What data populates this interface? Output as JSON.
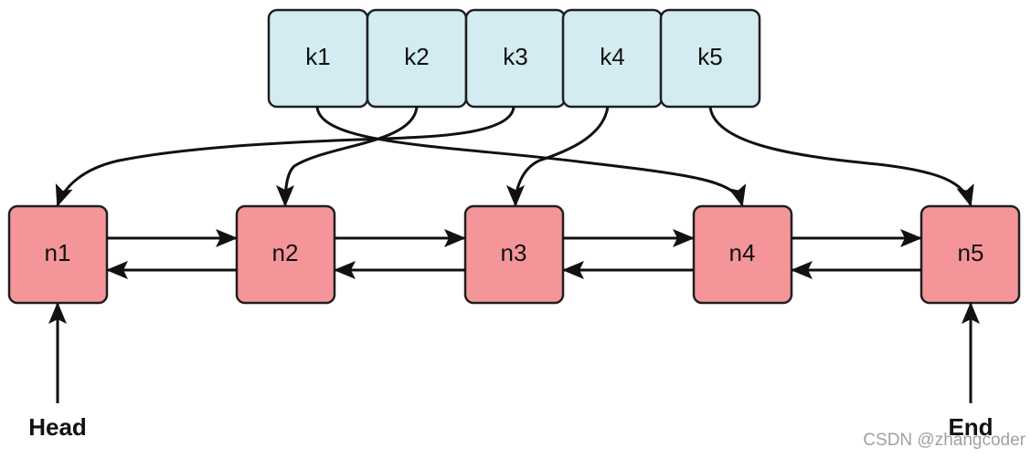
{
  "keys": [
    {
      "id": "k1",
      "label": "k1",
      "maps_to": "n4"
    },
    {
      "id": "k2",
      "label": "k2",
      "maps_to": "n2"
    },
    {
      "id": "k3",
      "label": "k3",
      "maps_to": "n1"
    },
    {
      "id": "k4",
      "label": "k4",
      "maps_to": "n3"
    },
    {
      "id": "k5",
      "label": "k5",
      "maps_to": "n5"
    }
  ],
  "nodes": [
    {
      "id": "n1",
      "label": "n1"
    },
    {
      "id": "n2",
      "label": "n2"
    },
    {
      "id": "n3",
      "label": "n3"
    },
    {
      "id": "n4",
      "label": "n4"
    },
    {
      "id": "n5",
      "label": "n5"
    }
  ],
  "pointers": {
    "head": "Head",
    "end": "End"
  },
  "watermark": "CSDN @zhangcoder",
  "colors": {
    "key_fill": "#d2ecf2",
    "node_fill": "#f4959a",
    "stroke": "#1f1f1f"
  }
}
